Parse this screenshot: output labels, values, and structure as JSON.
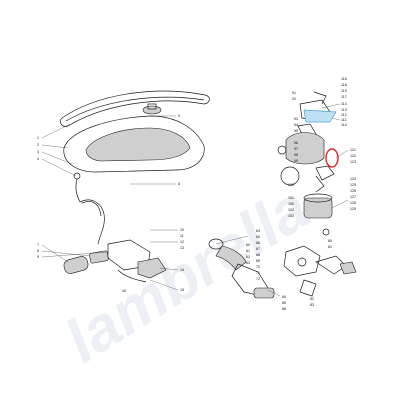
{
  "watermark": {
    "text": "lambrella"
  },
  "colors": {
    "highlight": "#e0262a",
    "accent_blue": "#4fa3d8",
    "ink": "#1a1a1a"
  },
  "labels_left": [
    "1",
    "2",
    "3",
    "4",
    "5",
    "6",
    "7",
    "8",
    "9",
    "10",
    "11",
    "12",
    "13",
    "14",
    "15",
    "40"
  ],
  "labels_right": [
    "116",
    "118",
    "119",
    "117",
    "114",
    "113",
    "112",
    "111",
    "110",
    "121",
    "122",
    "123",
    "124",
    "125",
    "126",
    "127",
    "128",
    "129",
    "100",
    "102",
    "103",
    "120",
    "101",
    "91",
    "92",
    "93",
    "94",
    "95",
    "96",
    "97",
    "98",
    "99"
  ],
  "labels_bottom": [
    "64",
    "65",
    "66",
    "67",
    "68",
    "69",
    "70",
    "71",
    "72",
    "60",
    "61",
    "62",
    "63",
    "80",
    "81",
    "82",
    "83",
    "84",
    "85",
    "86"
  ]
}
